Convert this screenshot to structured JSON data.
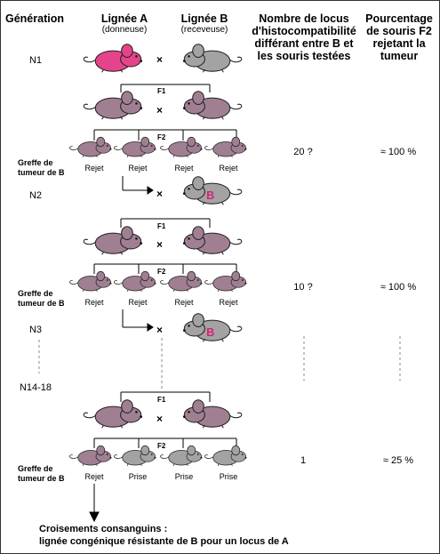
{
  "header": {
    "generation": "Génération",
    "lineA": "Lignée A",
    "lineA_sub": "(donneuse)",
    "lineB": "Lignée B",
    "lineB_sub": "(receveuse)",
    "locus_1": "Nombre de locus",
    "locus_2": "d'histocompatibilité",
    "locus_3": "différant entre B et",
    "locus_4": "les souris testées",
    "pct_1": "Pourcentage",
    "pct_2": "de souris F2",
    "pct_3": "rejetant la",
    "pct_4": "tumeur"
  },
  "generations": {
    "n1": "N1",
    "n2": "N2",
    "n3": "N3",
    "n14": "N14-18"
  },
  "cross_symbol": "×",
  "f1": "F1",
  "f2": "F2",
  "graft_1": "Greffe de",
  "graft_2": "tumeur de B",
  "reject": "Rejet",
  "take": "Prise",
  "mouse_b_letter": "B",
  "values": {
    "row1_locus": "20 ?",
    "row1_pct": "≈ 100 %",
    "row2_locus": "10 ?",
    "row2_pct": "≈ 100 %",
    "row3_locus": "1",
    "row3_pct": "≈ 25 %"
  },
  "footer": {
    "line1": "Croisements consanguins :",
    "line2": "lignée congénique résistante de B pour un locus de A"
  },
  "colors": {
    "pink": "#e6448a",
    "mauve": "#a07f93",
    "gray": "#a3a3a3",
    "b_letter": "#d6247a"
  }
}
